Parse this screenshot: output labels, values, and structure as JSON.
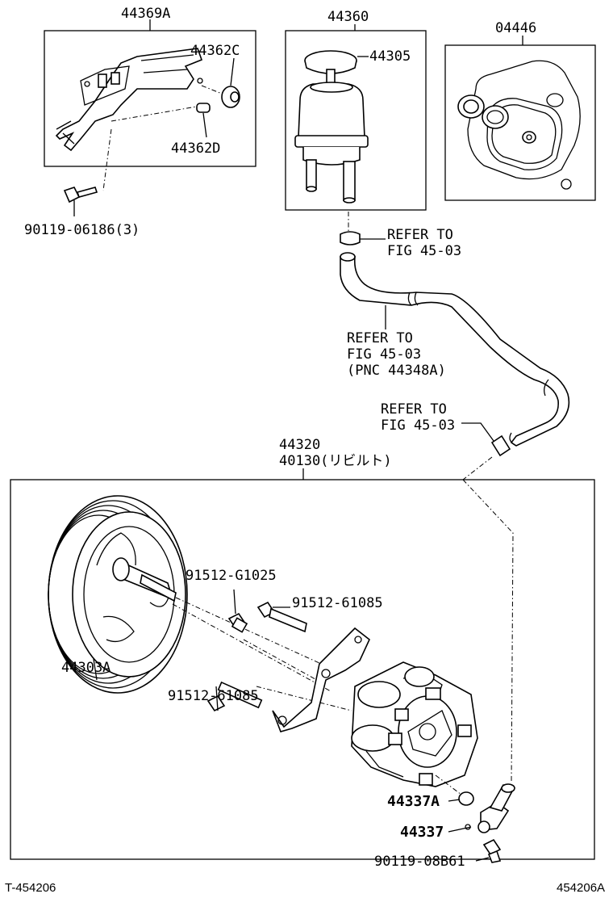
{
  "labels": {
    "bracket": "44369A",
    "cushion_c": "44362C",
    "cushion_d": "44362D",
    "bolt_bracket": "90119-06186(3)",
    "reservoir": "44360",
    "cap": "44305",
    "gasket_kit": "04446",
    "refer_clamp": [
      "REFER TO",
      "FIG 45-03"
    ],
    "refer_hose": [
      "REFER TO",
      "FIG 45-03",
      "(PNC 44348A)"
    ],
    "refer_clamp2": [
      "REFER TO",
      "FIG 45-03"
    ],
    "pump_pn": "44320",
    "pump_rebuilt": "40130(リビルト)",
    "pulley": "44303A",
    "bolt_g1025": "91512-G1025",
    "bolt_61085_top": "91512-61085",
    "bolt_61085_bottom": "91512-61085",
    "oring": "44337A",
    "union": "44337",
    "union_bolt": "90119-08B61"
  },
  "footer": {
    "left": "T-454206",
    "right": "454206A"
  }
}
